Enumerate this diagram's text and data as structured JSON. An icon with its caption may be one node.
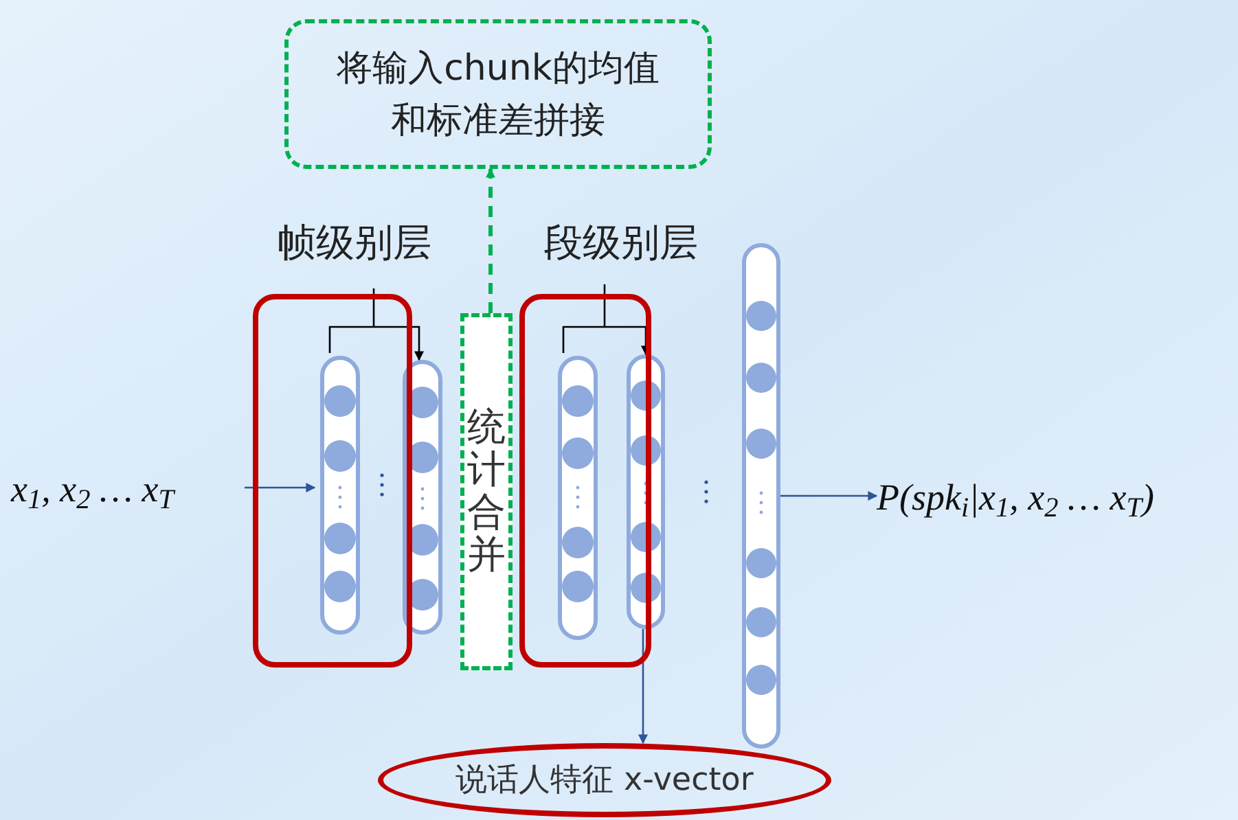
{
  "diagram": {
    "nodes": [
      {
        "text": [
          "将输入chunk的均值和标准差拼接"
        ]
      },
      {
        "text": [
          "帧级别层"
        ]
      },
      {
        "text": [
          "段级别层"
        ]
      },
      {
        "text": [
          "x$_{1}$, x$_{2}$ … x$_{T}$"
        ]
      },
      {
        "text": [],
        "shape": "ellipse",
        "in": 1
      },
      {
        "text": [],
        "shape": "ellipse"
      },
      {
        "text": [
          "统计合并"
        ]
      },
      {
        "text": [],
        "shape": "ellipse",
        "in": 2
      },
      {
        "text": [],
        "shape": "ellipse"
      },
      {
        "text": [],
        "shape": "ellipse"
      },
      {
        "text": [
          "P(spk$_{i}$|x$_{1}$, x$_{2}$ … x$_{T}$)"
        ]
      },
      {
        "text": [
          "说话人特征 x-vector"
        ]
      }
    ],
    "edges": [
      {
        "from": 3,
        "to": 4,
        "arrow": "to"
      },
      {
        "from": 4,
        "to": 5,
        "arrow": "to",
        "color": "#000000"
      },
      {
        "from": 6,
        "to": 0,
        "arrow": "to",
        "style": "dashed",
        "color": "#00b050"
      },
      {
        "from": 7,
        "to": 8,
        "arrow": "to",
        "color": "#000000"
      },
      {
        "from": 8,
        "to": 11,
        "arrow": "to"
      },
      {
        "from": 9,
        "to": 10,
        "arrow": "to"
      }
    ]
  }
}
